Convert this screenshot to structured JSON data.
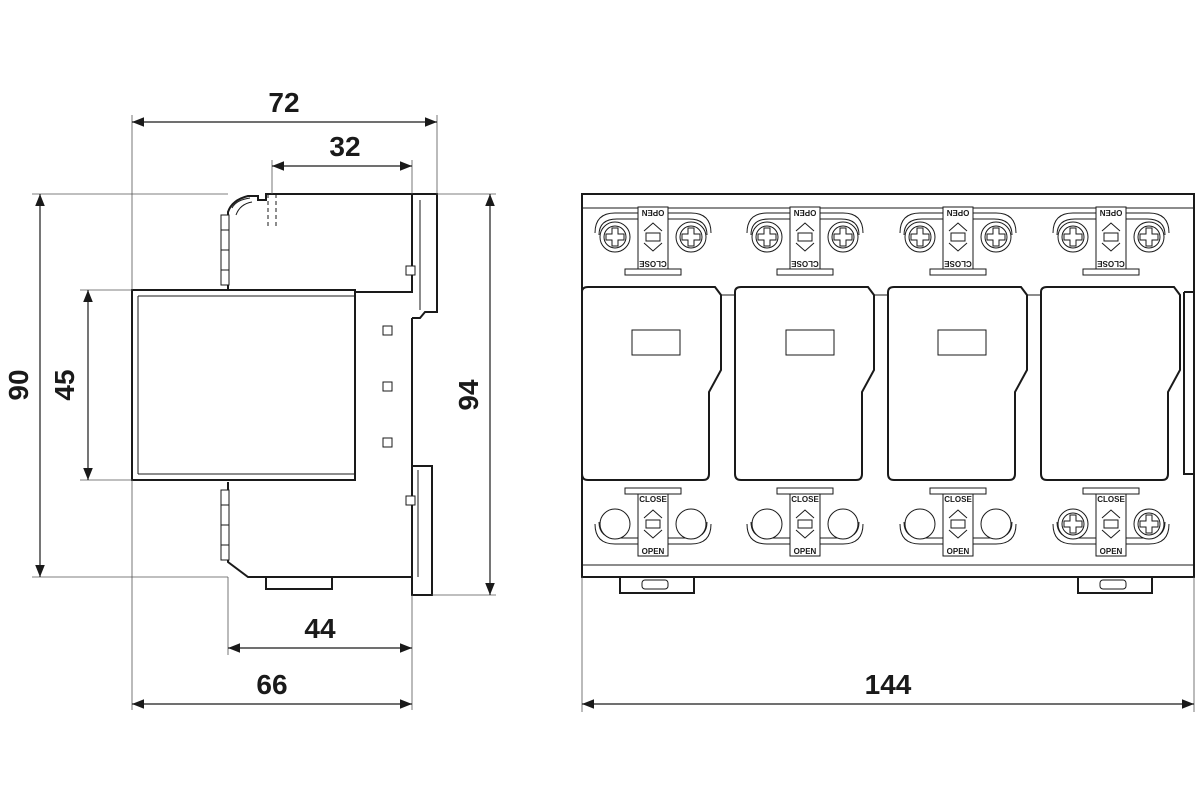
{
  "dimensions": {
    "top_overall_width": "72",
    "top_inner_width": "32",
    "left_height": "90",
    "module_height": "45",
    "right_height": "94",
    "bottom_inner_depth": "44",
    "bottom_overall_depth": "66",
    "front_total_width": "144"
  },
  "module_labels": {
    "open": "OPEN",
    "close": "CLOSE"
  },
  "colors": {
    "line": "#1a1a1a",
    "background": "#ffffff"
  }
}
